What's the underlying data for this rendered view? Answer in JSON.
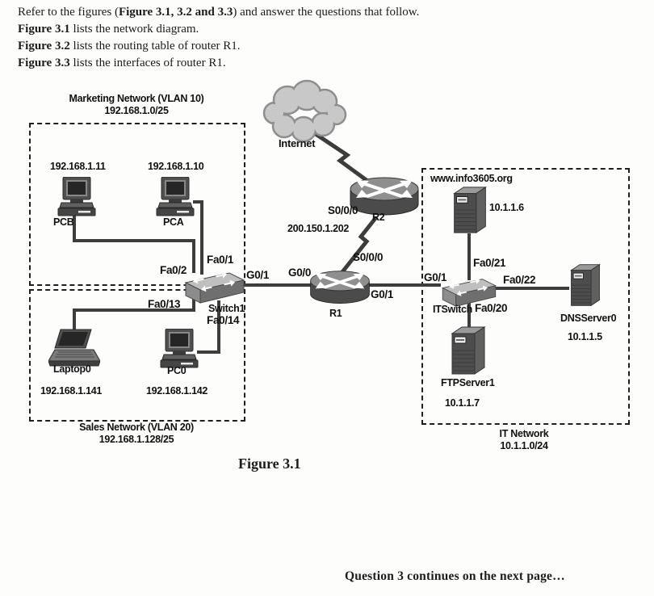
{
  "intro": {
    "l1a": "Refer to the figures (",
    "l1b": "Figure 3.1, 3.2 and 3.3",
    "l1c": ") and answer the questions that follow.",
    "l2a": "Figure 3.1",
    "l2b": " lists the network diagram.",
    "l3a": "Figure 3.2",
    "l3b": " lists the routing table of router R1.",
    "l4a": "Figure 3.3",
    "l4b": " lists the interfaces of router R1."
  },
  "networks": {
    "marketing": {
      "title": "Marketing Network (VLAN 10)",
      "subnet": "192.168.1.0/25"
    },
    "sales": {
      "title": "Sales Network (VLAN 20)",
      "subnet": "192.168.1.128/25"
    },
    "it": {
      "title": "IT Network",
      "subnet": "10.1.1.0/24"
    }
  },
  "internet": {
    "label": "Internet"
  },
  "devices": {
    "pcb": {
      "name": "PCB",
      "ip": "192.168.1.11"
    },
    "pca": {
      "name": "PCA",
      "ip": "192.168.1.10"
    },
    "laptop0": {
      "name": "Laptop0",
      "ip": "192.168.1.141"
    },
    "pc0": {
      "name": "PC0",
      "ip": "192.168.1.142"
    },
    "switch1": {
      "name": "Switch1"
    },
    "r1": {
      "name": "R1"
    },
    "r2": {
      "name": "R2",
      "ip": "200.150.1.202"
    },
    "itswitch": {
      "name": "ITSwitch"
    },
    "www_server": {
      "name": "www.info3605.org",
      "ip": "10.1.1.6"
    },
    "dns_server": {
      "name": "DNSServer0",
      "ip": "10.1.1.5"
    },
    "ftp_server": {
      "name": "FTPServer1",
      "ip": "10.1.1.7"
    }
  },
  "ports": {
    "sw1_fa0_1": "Fa0/1",
    "sw1_fa0_2": "Fa0/2",
    "sw1_fa0_13": "Fa0/13",
    "sw1_fa0_14": "Fa0/14",
    "sw1_g0_1": "G0/1",
    "r1_g0_0": "G0/0",
    "r1_s0_0_0": "S0/0/0",
    "r1_g0_1": "G0/1",
    "r2_s0_0_0": "S0/0/0",
    "it_g0_1": "G0/1",
    "it_fa0_21": "Fa0/21",
    "it_fa0_22": "Fa0/22",
    "it_fa0_20": "Fa0/20"
  },
  "caption": "Figure 3.1",
  "footer": "Question 3 continues on the next page…"
}
